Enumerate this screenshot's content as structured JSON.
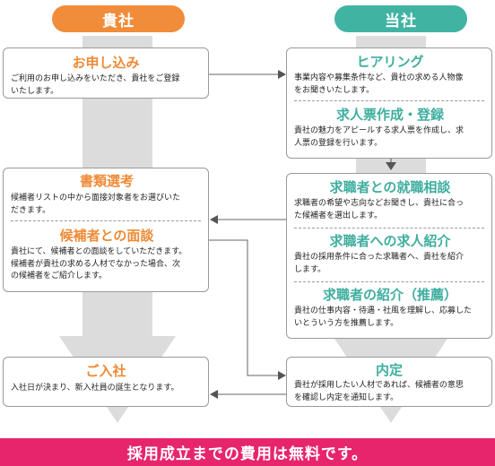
{
  "left_header": "貴社",
  "right_header": "当社",
  "colors": {
    "orange": "#f18c3a",
    "teal": "#41b3a3",
    "pink": "#e6256d",
    "gray_arrow": "#dcdcdc"
  },
  "client": {
    "apply": {
      "title": "お申し込み",
      "desc": [
        "ご利用のお申し込みをいただき、貴社をご登録",
        "いたします。"
      ]
    },
    "screening": {
      "title": "書類選考",
      "desc": [
        "候補者リストの中から面接対象者をお選びいた",
        "だきます。"
      ]
    },
    "interview": {
      "title": "候補者との面談",
      "desc": [
        "貴社にて、候補者との面談をしていただきます。",
        "候補者が貴社の求める人材でなかった場合、次",
        "の候補者をご紹介します。"
      ]
    },
    "join": {
      "title": "ご入社",
      "desc": [
        "入社日が決まり、新入社員の誕生となります。"
      ]
    }
  },
  "agency": {
    "hearing": {
      "title": "ヒアリング",
      "desc": [
        "事業内容や募集条件など、貴社の求める人物像",
        "をお聞きいたします。"
      ]
    },
    "posting": {
      "title": "求人票作成・登録",
      "desc": [
        "貴社の魅力をアピールする求人票を作成し、求",
        "人票の登録を行います。"
      ]
    },
    "consult": {
      "title": "求職者との就職相談",
      "desc": [
        "求職者の希望や志向などお聞きし、貴社に合っ",
        "た候補者を選出します。"
      ]
    },
    "intro_job": {
      "title": "求職者への求人紹介",
      "desc": [
        "貴社の採用条件に合った求職者へ、貴社を紹介",
        "します。"
      ]
    },
    "intro_cand": {
      "title": "求職者の紹介（推薦）",
      "desc": [
        "貴社の仕事内容・待遇・社風を理解し、応募した",
        "いとういう方を推薦します。"
      ]
    },
    "offer": {
      "title": "内定",
      "desc": [
        "貴社が採用したい人材であれば、候補者の意思",
        "を確認し内定を通知します。"
      ]
    }
  },
  "footer": "採用成立までの費用は無料です。"
}
